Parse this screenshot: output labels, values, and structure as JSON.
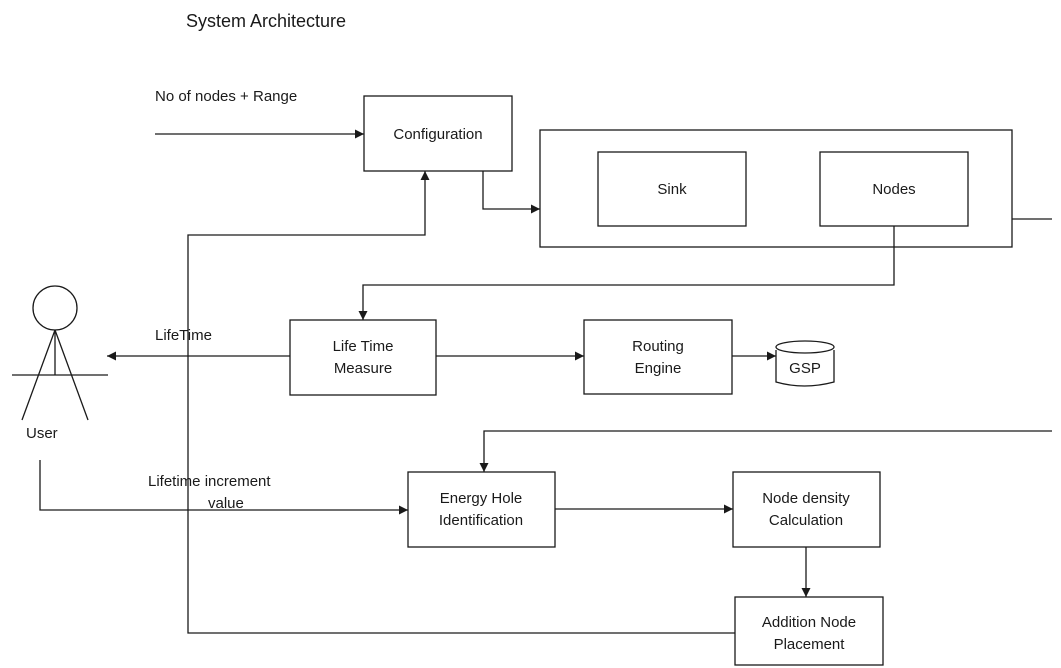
{
  "title": "System Architecture",
  "inputs": {
    "config_input": "No of nodes + Range",
    "lifetime_output": "LifeTime",
    "increment_line1": "Lifetime increment",
    "increment_line2": "value"
  },
  "actor": {
    "label": "User"
  },
  "boxes": {
    "configuration": [
      "Configuration"
    ],
    "sink": [
      "Sink"
    ],
    "nodes": [
      "Nodes"
    ],
    "lifetime_measure": [
      "Life Time",
      "Measure"
    ],
    "routing_engine": [
      "Routing",
      "Engine"
    ],
    "energy_hole": [
      "Energy Hole",
      "Identification"
    ],
    "node_density": [
      "Node density",
      "Calculation"
    ],
    "addition_node": [
      "Addition Node",
      "Placement"
    ]
  },
  "database": {
    "label": "GSP"
  }
}
